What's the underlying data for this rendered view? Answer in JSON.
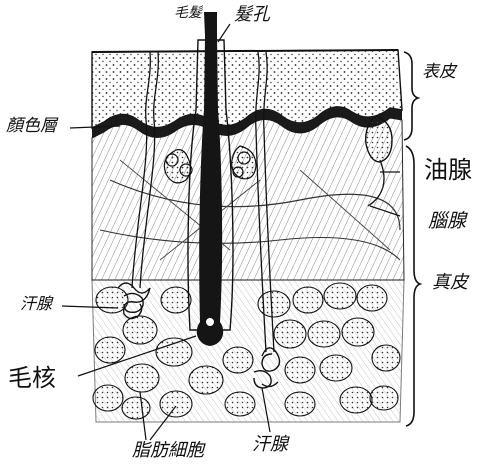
{
  "diagram": {
    "labels": {
      "hair": "毛髮",
      "hair_pore": "髮孔",
      "epidermis": "表皮",
      "pigment_layer": "顏色層",
      "oil_gland": "油腺",
      "brain_gland": "腦腺",
      "dermis": "真皮",
      "sweat_gland_left": "汗腺",
      "hair_root": "毛核",
      "fat_cells": "脂肪細胞",
      "sweat_gland_bottom": "汗腺"
    }
  }
}
